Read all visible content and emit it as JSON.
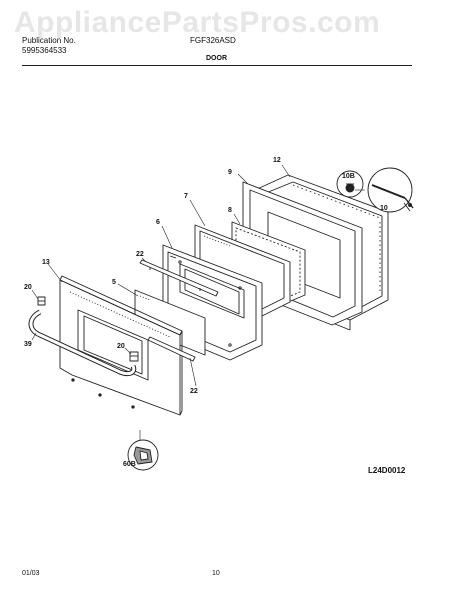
{
  "watermark": "AppliancePartsPros.com",
  "header": {
    "publication_label": "Publication No.",
    "publication_no": "5995364533",
    "model": "FGF326ASD",
    "section_title": "DOOR"
  },
  "diagram_code": "L24D0012",
  "footer": {
    "date": "01/03",
    "page": "10"
  },
  "callouts": {
    "c12": "12",
    "c9": "9",
    "c10B": "10B",
    "c10": "10",
    "c7": "7",
    "c8": "8",
    "c6": "6",
    "c22a": "22",
    "c5": "5",
    "c13": "13",
    "c20a": "20",
    "c39": "39",
    "c20b": "20",
    "c22b": "22",
    "c60B": "60B"
  }
}
